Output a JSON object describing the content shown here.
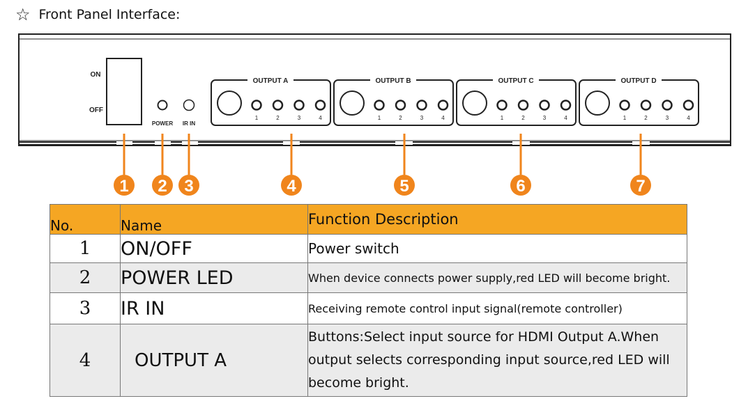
{
  "heading": {
    "star_icon": "☆",
    "title": "Front Panel Interface:"
  },
  "panel": {
    "switch_on": "ON",
    "switch_off": "OFF",
    "power_label": "POWER",
    "ir_label": "IR IN",
    "outputs": [
      {
        "title": "OUTPUT A",
        "ports": [
          "1",
          "2",
          "3",
          "4"
        ]
      },
      {
        "title": "OUTPUT B",
        "ports": [
          "1",
          "2",
          "3",
          "4"
        ]
      },
      {
        "title": "OUTPUT C",
        "ports": [
          "1",
          "2",
          "3",
          "4"
        ]
      },
      {
        "title": "OUTPUT D",
        "ports": [
          "1",
          "2",
          "3",
          "4"
        ]
      }
    ],
    "callouts": [
      "1",
      "2",
      "3",
      "4",
      "5",
      "6",
      "7"
    ],
    "callout_color": "#f0851c"
  },
  "table": {
    "headers": {
      "no": "No.",
      "name": "Name",
      "desc": "Function Description"
    },
    "header_color": "#f5a623",
    "rows": [
      {
        "no": "1",
        "name": "ON/OFF",
        "desc": "Power switch"
      },
      {
        "no": "2",
        "name": "POWER LED",
        "desc": "When device connects power supply,red LED will become bright."
      },
      {
        "no": "3",
        "name": "IR IN",
        "desc": "Receiving remote control input signal(remote controller)"
      },
      {
        "no": "4",
        "name": "OUTPUT A",
        "desc": "Buttons:Select input source for HDMI Output A.When output selects corresponding input source,red LED will become bright."
      }
    ]
  }
}
